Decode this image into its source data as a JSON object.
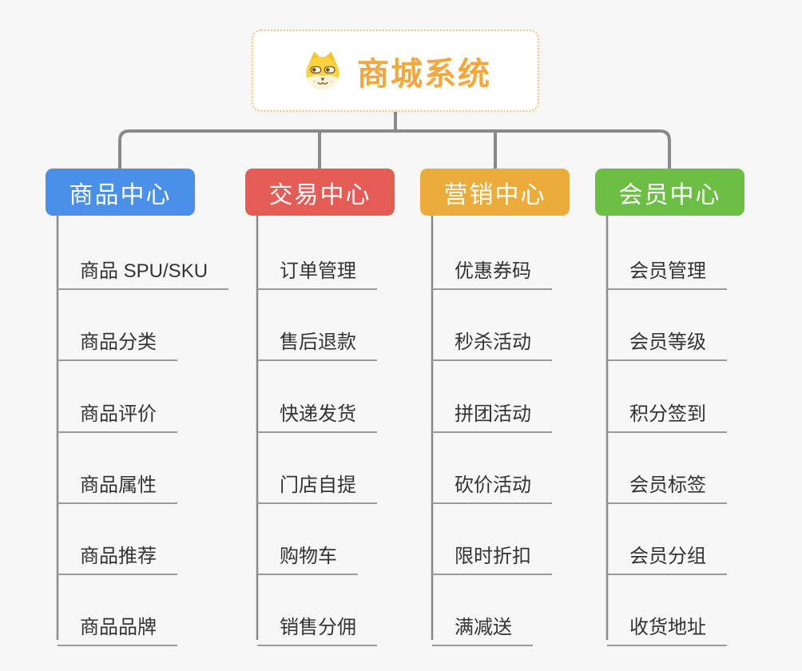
{
  "page": {
    "background": "#f7f7f7"
  },
  "root": {
    "label": "商城系统",
    "icon": "dog-face-icon",
    "text_color": "#f5a73e",
    "border_color": "#f2c483",
    "background": "#ffffff"
  },
  "connector_color": "#8a8a8a",
  "underline_color": "#9a9a9a",
  "branches": [
    {
      "label": "商品中心",
      "color": "#4b90e8",
      "children": [
        "商品 SPU/SKU",
        "商品分类",
        "商品评价",
        "商品属性",
        "商品推荐",
        "商品品牌"
      ]
    },
    {
      "label": "交易中心",
      "color": "#e55b56",
      "children": [
        "订单管理",
        "售后退款",
        "快递发货",
        "门店自提",
        "购物车",
        "销售分佣"
      ]
    },
    {
      "label": "营销中心",
      "color": "#ecac3b",
      "children": [
        "优惠券码",
        "秒杀活动",
        "拼团活动",
        "砍价活动",
        "限时折扣",
        "满减送"
      ]
    },
    {
      "label": "会员中心",
      "color": "#6cbe45",
      "children": [
        "会员管理",
        "会员等级",
        "积分签到",
        "会员标签",
        "会员分组",
        "收货地址"
      ]
    }
  ]
}
